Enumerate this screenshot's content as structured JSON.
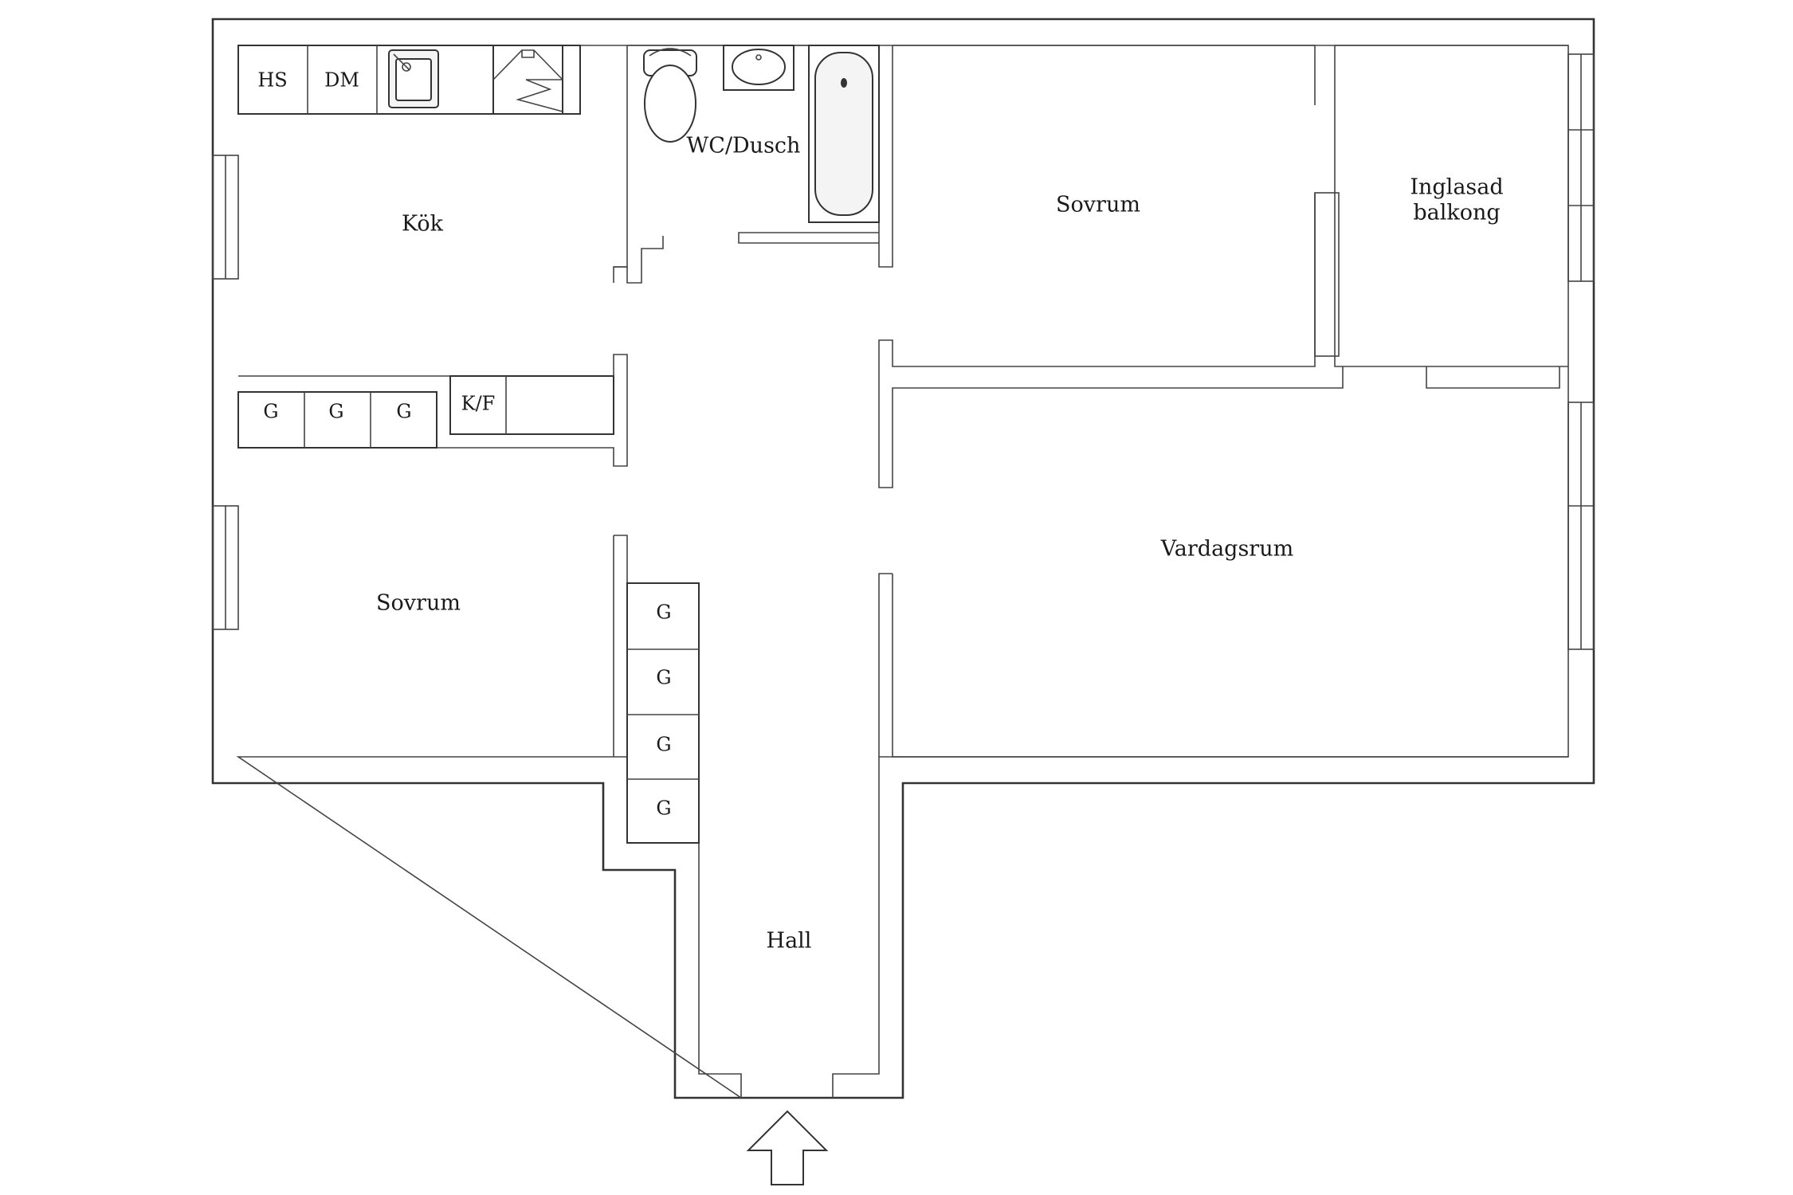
{
  "rooms": {
    "kok": "Kök",
    "wc": "WC/Dusch",
    "sovrum_1": "Sovrum",
    "balkong_line1": "Inglasad",
    "balkong_line2": "balkong",
    "sovrum_2": "Sovrum",
    "vardagsrum": "Vardagsrum",
    "hall": "Hall"
  },
  "kitchen": {
    "hs": "HS",
    "dm": "DM",
    "kf": "K/F"
  },
  "closets": {
    "row": [
      "G",
      "G",
      "G"
    ],
    "column": [
      "G",
      "G",
      "G",
      "G"
    ]
  },
  "icons": [
    "sink-icon",
    "stove-hood-icon",
    "toilet-icon",
    "washbasin-icon",
    "bathtub-icon",
    "entrance-arrow-icon"
  ]
}
